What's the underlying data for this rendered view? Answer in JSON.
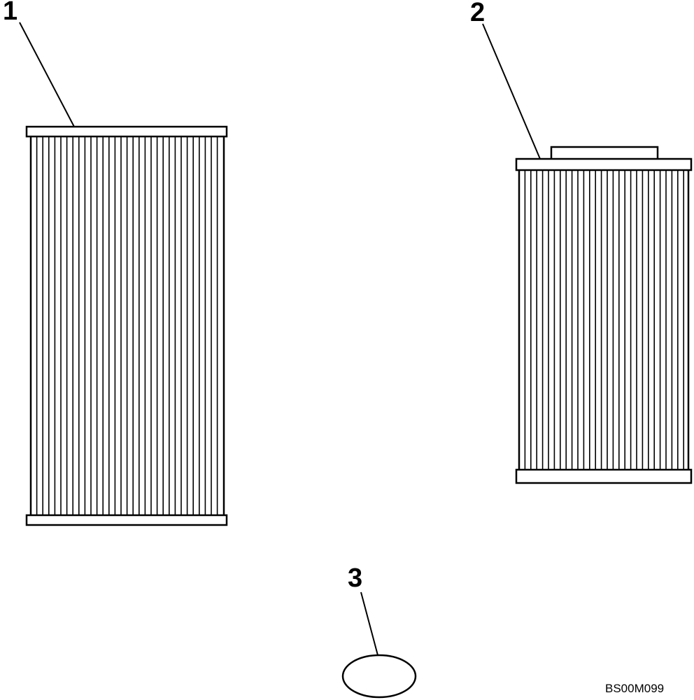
{
  "callouts": {
    "item1": "1",
    "item2": "2",
    "item3": "3"
  },
  "figure_id": "BS00M099",
  "colors": {
    "line": "#000000",
    "background": "#ffffff"
  }
}
